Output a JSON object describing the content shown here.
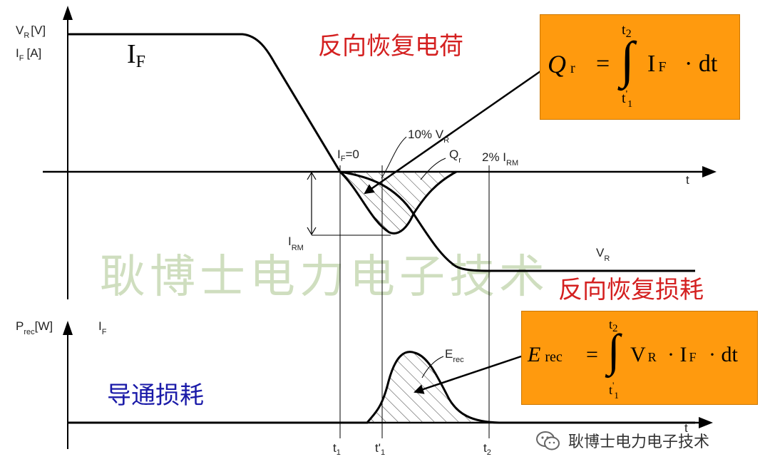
{
  "axes": {
    "top_y_label_v": "V",
    "top_y_label_v_sub": "R",
    "top_y_label_v_unit": "[V]",
    "top_y_label_i": "I",
    "top_y_label_i_sub": "F",
    "top_y_label_i_unit": "[A]",
    "bottom_y_label_p": "P",
    "bottom_y_label_p_sub": "rec",
    "bottom_y_label_p_unit": "[W]",
    "bottom_y_label_i": "I",
    "bottom_y_label_i_sub": "F",
    "t_axis_label": "t",
    "t_axis_label_bottom": "t"
  },
  "labels": {
    "if_curve_main": "I",
    "if_curve_main_sub": "F",
    "if_zero": "I",
    "if_zero_sub": "F",
    "if_zero_eq": "=0",
    "ten_pct": "10% V",
    "ten_pct_sub": "R",
    "qr": "Q",
    "qr_sub": "r",
    "two_pct": "2% I",
    "two_pct_sub": "RM",
    "irm": "I",
    "irm_sub": "RM",
    "vr": "V",
    "vr_sub": "R",
    "erec": "E",
    "erec_sub": "rec",
    "t1": "t",
    "t1_sub": "1",
    "t1p": "t'",
    "t1p_sub": "1",
    "t2": "t",
    "t2_sub": "2"
  },
  "titles": {
    "reverse_recovery_charge": "反向恢复电荷",
    "reverse_recovery_loss": "反向恢复损耗",
    "conduction_loss": "导通损耗",
    "watermark": "耿博士电力电子技术"
  },
  "formula_qr": {
    "lhs": "Q",
    "lhs_sub": "r",
    "eq": "=",
    "upper": "t",
    "upper_sub": "2",
    "lower": "t",
    "lower_prime": "'",
    "lower_sub": "1",
    "integrand": "I",
    "integrand_sub": "F",
    "dot": "· dt"
  },
  "formula_erec": {
    "lhs": "E",
    "lhs_sub": "rec",
    "eq": "=",
    "upper": "t",
    "upper_sub": "2",
    "lower": "t",
    "lower_prime": "'",
    "lower_sub": "1",
    "term1": "V",
    "term1_sub": "R",
    "term2": "· I",
    "term2_sub": "F",
    "dot": "· dt"
  },
  "brand": {
    "icon": "wechat-icon",
    "text": "耿博士电力电子技术"
  },
  "colors": {
    "formula_box": "#ff9a0e",
    "red_text": "#d42020",
    "blue_text": "#1a1aa8"
  }
}
